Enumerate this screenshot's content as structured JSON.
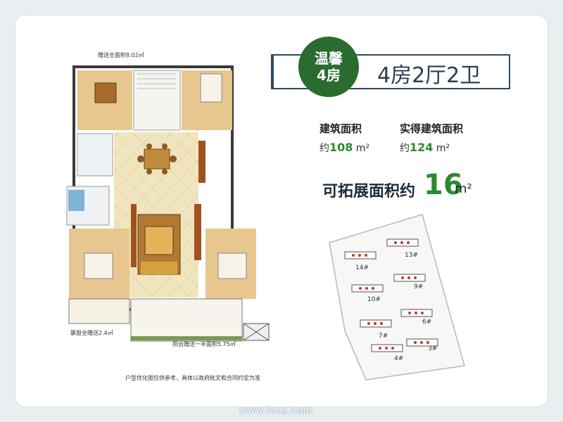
{
  "labels": {
    "gift_area": "赠送全面积8.02㎡",
    "bay_gift": "飘窗全赠送2.4㎡",
    "balcony_gift": "阳台赠送一半面积5.75㎡",
    "disclaimer": "户型优化图仅供参考，具体以政府批文和合同约定为准"
  },
  "title": {
    "badge_line1": "温馨",
    "badge_line2": "4房",
    "layout": "4房2厅2卫"
  },
  "stats": {
    "building_area_label": "建筑面积",
    "building_area_prefix": "约",
    "building_area_value": "108",
    "building_area_unit": "m²",
    "actual_area_label": "实得建筑面积",
    "actual_area_prefix": "约",
    "actual_area_value": "124",
    "actual_area_unit": "m²",
    "extendable_label": "可拓展面积约",
    "extendable_value": "16",
    "extendable_unit": "m²"
  },
  "site_plan": {
    "buildings": [
      "14#",
      "13#",
      "10#",
      "9#",
      "7#",
      "6#",
      "4#",
      "3#"
    ]
  },
  "watermark": "www.fccs.com",
  "colors": {
    "accent_green": "#2b8a2e",
    "badge_green": "#2a6b2f",
    "frame_navy": "#2b4a66",
    "floor_beige": "#f1e5bf",
    "room_tan": "#e8c68f"
  }
}
